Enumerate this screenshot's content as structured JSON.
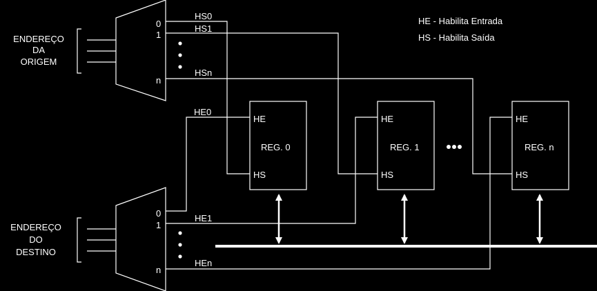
{
  "legend": {
    "he": "HE - Habilita Entrada",
    "hs": "HS - Habilita Saída"
  },
  "source_decoder": {
    "label_lines": [
      "ENDEREÇO",
      "DA",
      "ORIGEM"
    ],
    "outputs": [
      "0",
      "1",
      "n"
    ],
    "signals": [
      "HS0",
      "HS1",
      "HSn"
    ]
  },
  "dest_decoder": {
    "label_lines": [
      "ENDEREÇO",
      "DO",
      "DESTINO"
    ],
    "outputs": [
      "0",
      "1",
      "n"
    ],
    "signals": [
      "HE0",
      "HE1",
      "HEn"
    ]
  },
  "registers": [
    {
      "name": "REG. 0",
      "in_port": "HE",
      "out_port": "HS"
    },
    {
      "name": "REG. 1",
      "in_port": "HE",
      "out_port": "HS"
    },
    {
      "name": "REG. n",
      "in_port": "HE",
      "out_port": "HS"
    }
  ]
}
